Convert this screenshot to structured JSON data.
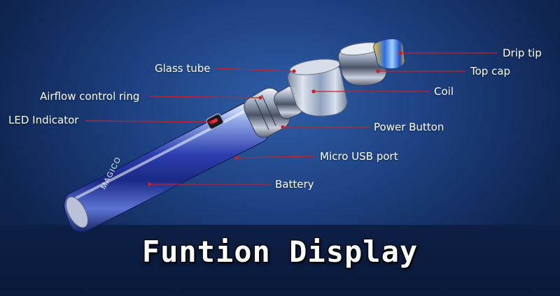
{
  "title": "Funtion Display",
  "brand_text": "MAGICO",
  "labels": {
    "drip_tip": "Drip tip",
    "top_cap": "Top cap",
    "glass_tube": "Glass tube",
    "coil": "Coil",
    "airflow_ring": "Airflow control ring",
    "led_indicator": "LED Indicator",
    "power_button": "Power Button",
    "micro_usb": "Micro USB port",
    "battery": "Battery"
  },
  "colors": {
    "background": "#1d3f7e",
    "leader_line": "#c8202a",
    "label_text": "#ffffff"
  }
}
